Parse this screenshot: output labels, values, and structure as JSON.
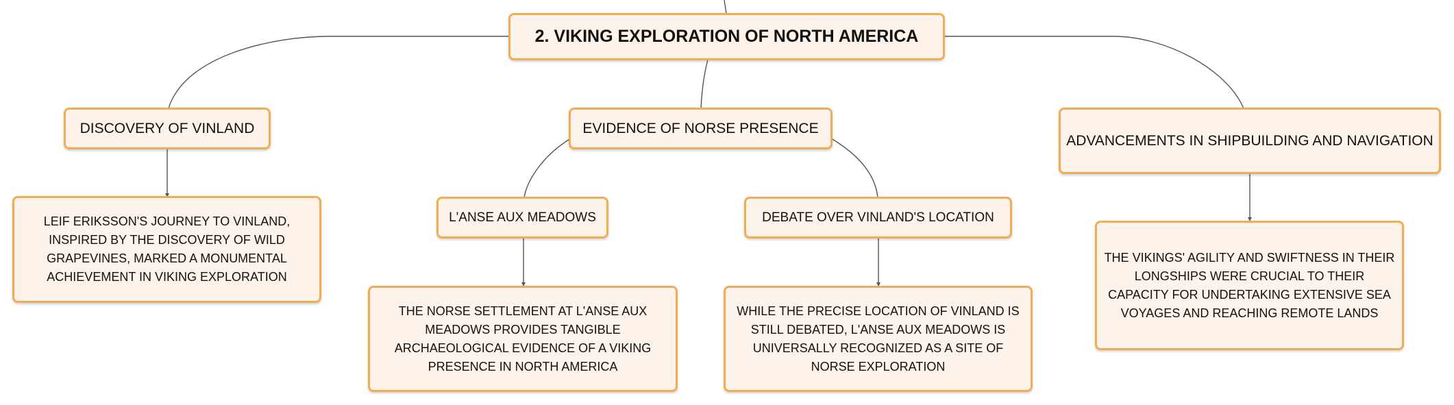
{
  "root": {
    "label": "2. VIKING EXPLORATION OF NORTH AMERICA"
  },
  "branches": {
    "vinland": {
      "label": "DISCOVERY OF VINLAND",
      "detail": "LEIF ERIKSSON'S JOURNEY TO VINLAND, INSPIRED BY THE DISCOVERY OF WILD GRAPEVINES, MARKED A MONUMENTAL ACHIEVEMENT IN VIKING EXPLORATION"
    },
    "evidence": {
      "label": "EVIDENCE OF NORSE PRESENCE",
      "children": {
        "lanse": {
          "label": "L'ANSE AUX MEADOWS",
          "detail": "THE NORSE SETTLEMENT AT L'ANSE AUX MEADOWS PROVIDES TANGIBLE ARCHAEOLOGICAL EVIDENCE OF A VIKING PRESENCE IN NORTH AMERICA"
        },
        "debate": {
          "label": "DEBATE OVER VINLAND'S LOCATION",
          "detail": "WHILE THE PRECISE LOCATION OF VINLAND IS STILL DEBATED, L'ANSE AUX MEADOWS IS UNIVERSALLY RECOGNIZED AS A SITE OF NORSE EXPLORATION"
        }
      }
    },
    "shipbuilding": {
      "label": "ADVANCEMENTS IN SHIPBUILDING AND NAVIGATION",
      "detail": "THE VIKINGS' AGILITY AND SWIFTNESS IN THEIR LONGSHIPS WERE CRUCIAL TO THEIR CAPACITY FOR UNDERTAKING EXTENSIVE SEA VOYAGES AND REACHING REMOTE LANDS"
    }
  },
  "colors": {
    "node_fill": "#fdf3ea",
    "node_border": "#f2ac55",
    "connector": "#555555",
    "text": "#111111"
  }
}
